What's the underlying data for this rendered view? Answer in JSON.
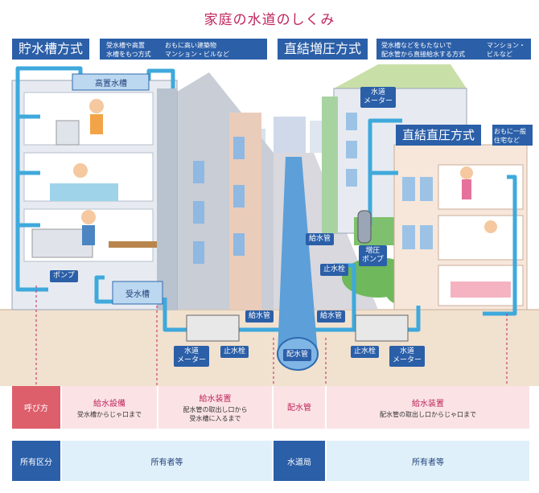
{
  "title": "家庭の水道のしくみ",
  "systems": {
    "tank": {
      "name": "貯水槽方式",
      "desc": [
        "受水槽や高置",
        "水槽をもつ方式"
      ],
      "examples": [
        "おもに高い建築物",
        "マンション・ビルなど"
      ]
    },
    "booster": {
      "name": "直結増圧方式",
      "desc": [
        "受水槽などをもたないで",
        "配水管から直接給水する方式"
      ],
      "examples": [
        "マンション・",
        "ビルなど"
      ]
    },
    "direct": {
      "name": "直結直圧方式",
      "examples": [
        "おもに一般",
        "住宅など"
      ]
    }
  },
  "labels": {
    "elevated_tank": "高置水槽",
    "receiving_tank": "受水槽",
    "pump": "ポンプ",
    "supply_pipe": "給水管",
    "stop_valve": "止水栓",
    "meter": [
      "水道",
      "メーター"
    ],
    "booster_pump": [
      "増圧",
      "ポンプ"
    ],
    "main_pipe": "配水管"
  },
  "table": {
    "row1_head": "呼び方",
    "row2_head": "所有区分",
    "cells": [
      {
        "title": "給水設備",
        "sub": [
          "受水槽からじゃ口まで"
        ]
      },
      {
        "title": "給水装置",
        "sub": [
          "配水管の取出し口から",
          "受水槽に入るまで"
        ]
      },
      {
        "title": "配水管",
        "sub": []
      },
      {
        "title": "給水装置",
        "sub": [
          "配水管の取出し口からじゃ口まで"
        ]
      }
    ],
    "owners": [
      "所有者等",
      "水道局",
      "所有者等"
    ]
  },
  "colors": {
    "pipe": "#3fa9dc",
    "label_bg": "#2b5fa8",
    "accent": "#c0245c",
    "row_head": "#dd5f6c",
    "own_head": "#2b5fa8"
  }
}
